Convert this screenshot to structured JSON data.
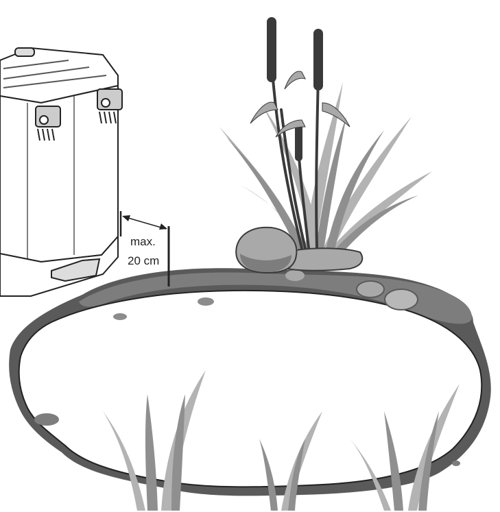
{
  "measurement": {
    "line1": "max.",
    "line2": "20 cm"
  },
  "colors": {
    "outline": "#222222",
    "pond_rim_dark": "#5a5a5a",
    "pond_rim_mid": "#7d7d7d",
    "stone_light": "#a9a9a9",
    "stone_mid": "#8c8c8c",
    "reed_dark": "#3a3a3a",
    "grass_light": "#b3b3b3",
    "grass_mid": "#8f8f8f",
    "filter_body": "#ffffff"
  },
  "elements": {
    "filter_unit": "pond-filter-container",
    "pond": "garden-pond",
    "plants": "cattail-reeds"
  }
}
